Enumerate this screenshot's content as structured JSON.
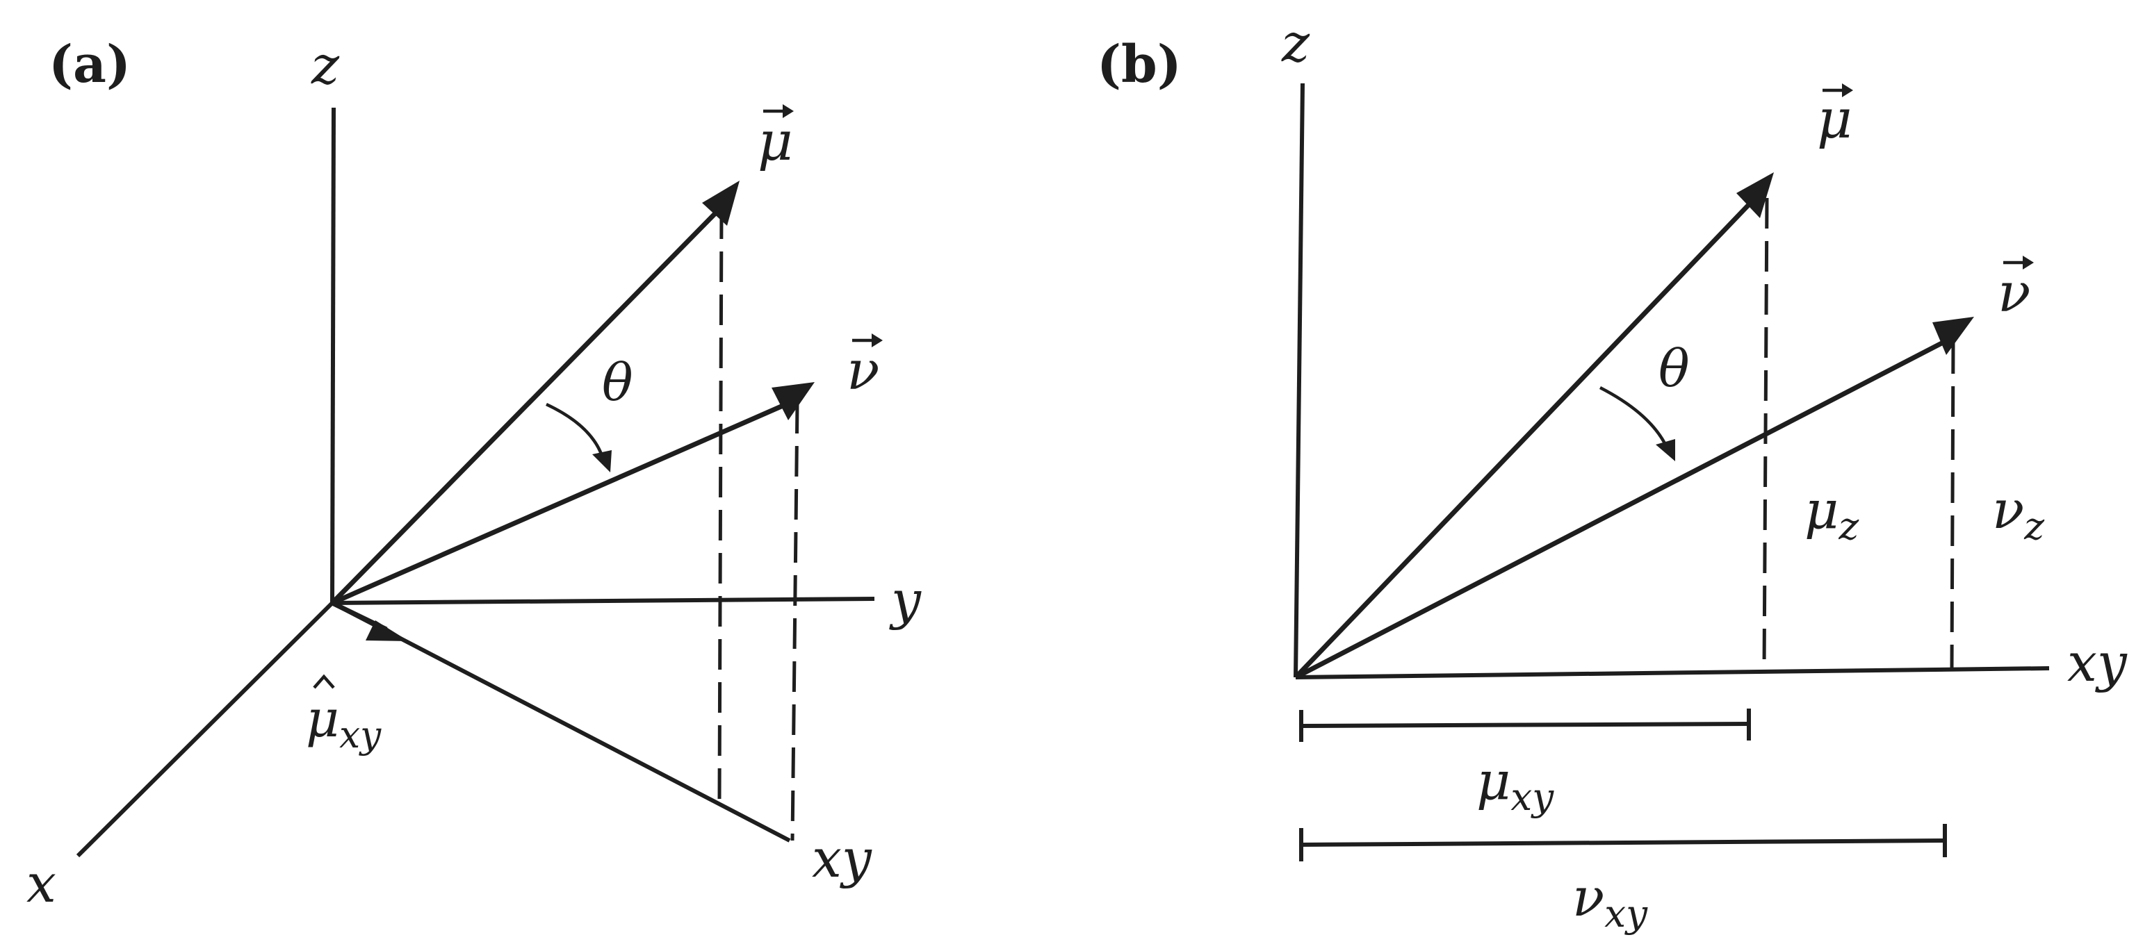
{
  "panels": {
    "a": {
      "tag": "(a)",
      "labels": {
        "z": "z",
        "y": "y",
        "x": "x",
        "xy": "xy",
        "mu": "μ",
        "nu": "ν",
        "theta": "θ",
        "mu_hat_base": "μ",
        "mu_hat_sub": "xy"
      }
    },
    "b": {
      "tag": "(b)",
      "labels": {
        "z": "z",
        "xy": "xy",
        "mu": "μ",
        "nu": "ν",
        "theta": "θ",
        "mu_z_base": "μ",
        "mu_z_sub": "z",
        "nu_z_base": "ν",
        "nu_z_sub": "z",
        "mu_xy_base": "μ",
        "mu_xy_sub": "xy",
        "nu_xy_base": "ν",
        "nu_xy_sub": "xy"
      }
    }
  },
  "colors": {
    "ink": "#1e1e1e",
    "background": "#ffffff"
  }
}
